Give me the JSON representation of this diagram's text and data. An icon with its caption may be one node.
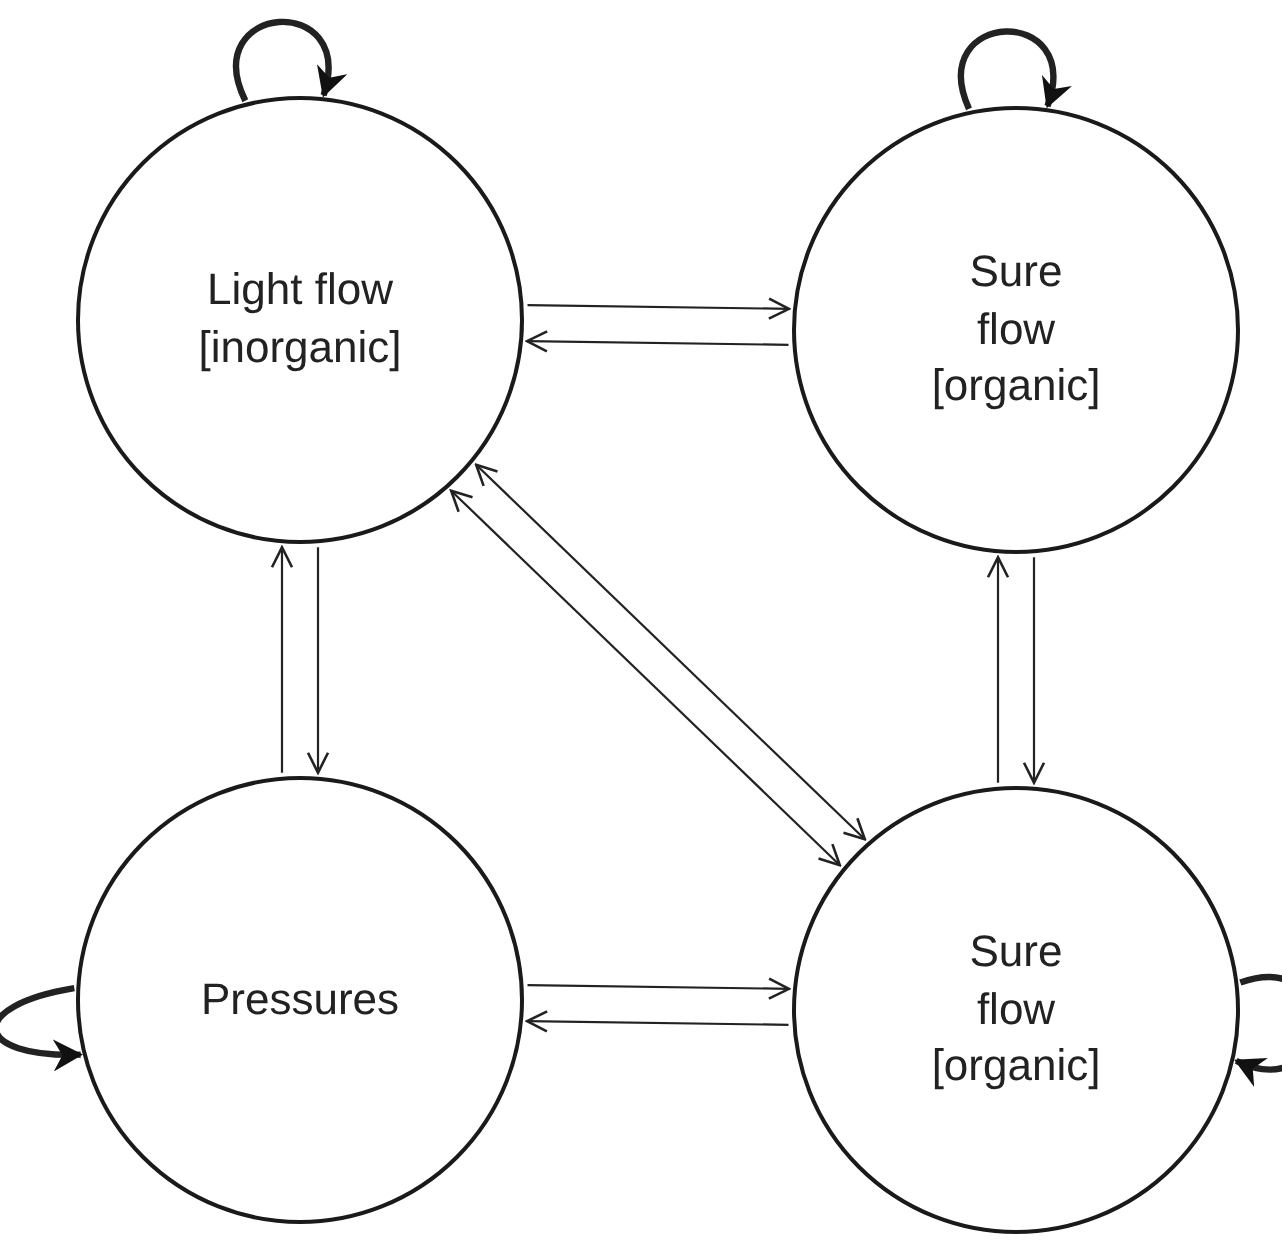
{
  "diagram": {
    "nodes": [
      {
        "text": [
          "Light flow [inorganic]"
        ]
      },
      {
        "text": [
          "Sure flow [organic]"
        ]
      },
      {
        "text": [
          "Pressures"
        ]
      },
      {
        "text": [
          "Sure flow [organic]"
        ]
      }
    ],
    "edges": [
      {
        "from": 0,
        "to": 1,
        "arrow": "to"
      },
      {
        "from": 1,
        "to": 0,
        "arrow": "to"
      },
      {
        "from": 0,
        "to": 3,
        "arrow": "both"
      },
      {
        "from": 0,
        "to": 3,
        "arrow": "both"
      },
      {
        "from": 2,
        "to": 0,
        "arrow": "to"
      },
      {
        "from": 0,
        "to": 2,
        "arrow": "to"
      },
      {
        "from": 3,
        "to": 1,
        "arrow": "to"
      },
      {
        "from": 1,
        "to": 3,
        "arrow": "to"
      },
      {
        "from": 2,
        "to": 3,
        "arrow": "to"
      },
      {
        "from": 3,
        "to": 2,
        "arrow": "to"
      },
      {
        "from": 0,
        "to": 0,
        "arrow": "to",
        "style": "thick"
      },
      {
        "from": 1,
        "to": 1,
        "arrow": "to",
        "style": "thick"
      },
      {
        "from": 2,
        "to": 2,
        "arrow": "to",
        "style": "thick"
      },
      {
        "from": 3,
        "to": 3,
        "arrow": "to",
        "style": "thick"
      }
    ]
  }
}
